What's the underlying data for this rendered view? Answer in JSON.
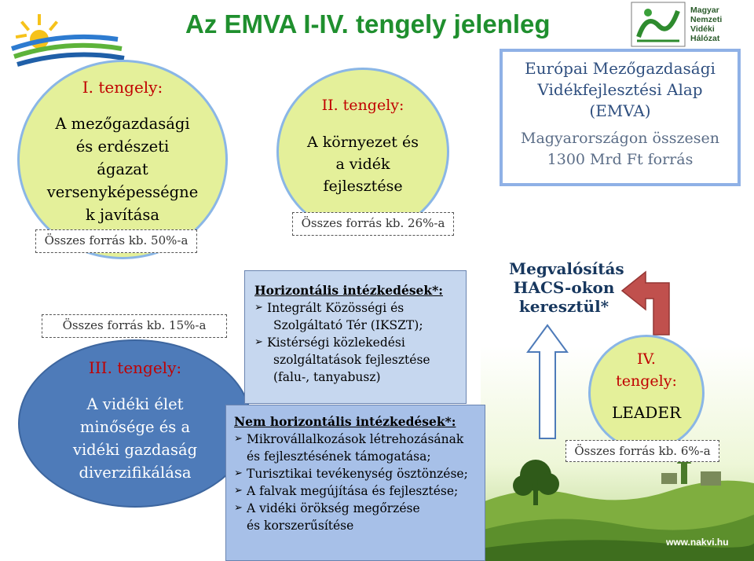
{
  "title": "Az EMVA I-IV. tengely jelenleg",
  "logo_right": {
    "line1": "Magyar",
    "line2": "Nemzeti",
    "line3": "Vidéki",
    "line4": "Hálózat"
  },
  "axis1": {
    "head": "I. tengely:",
    "lines": [
      "A mezőgazdasági",
      "és erdészeti",
      "ágazat",
      "versenyképességne",
      "k javítása"
    ],
    "share": "Összes forrás kb. 50%-a"
  },
  "axis2": {
    "head": "II. tengely:",
    "lines": [
      "A környezet és",
      "a vidék",
      "fejlesztése"
    ],
    "share": "Összes forrás kb. 26%-a"
  },
  "axis3": {
    "share": "Összes forrás kb. 15%-a",
    "head": "III. tengely:",
    "lines": [
      "A vidéki élet",
      "minősége és a",
      "vidéki gazdaság",
      "diverzifikálása"
    ]
  },
  "axis4": {
    "head1": "IV.",
    "head2": "tengely:",
    "body": "LEADER",
    "share": "Összes forrás kb. 6%-a"
  },
  "emva": {
    "line1": "Európai Mezőgazdasági",
    "line2": "Vidékfejlesztési Alap",
    "line3": "(EMVA)",
    "line4": "Magyarországon összesen",
    "line5": "1300 Mrd Ft forrás"
  },
  "horizontal": {
    "head": "Horizontális intézkedések*:",
    "items": [
      [
        "Integrált Közösségi és",
        "Szolgáltató Tér (IKSZT);"
      ],
      [
        "Kistérségi közlekedési",
        "szolgáltatások fejlesztése",
        "(falu-, tanyabusz)"
      ]
    ]
  },
  "nonhorizontal": {
    "head": "Nem horizontális intézkedések*:",
    "items": [
      [
        "Mikrovállalkozások létrehozásának",
        "és fejlesztésének támogatása;"
      ],
      [
        "Turisztikai tevékenység ösztönzése;"
      ],
      [
        "A falvak megújítása és fejlesztése;"
      ],
      [
        "A vidéki örökség megőrzése",
        "és korszerűsítése"
      ]
    ]
  },
  "megvalositas": {
    "line1": "Megvalósítás",
    "line2": "HACS-okon",
    "line3": "keresztül*"
  },
  "footer_url": "www.nakvi.hu",
  "colors": {
    "title_green": "#1f8f2e",
    "ellipse_yellow": "#e4f09a",
    "ellipse_border": "#8ab6e6",
    "axis3_blue": "#4e7bb9",
    "head_red": "#c00000",
    "arrow_red": "#c0504d"
  }
}
